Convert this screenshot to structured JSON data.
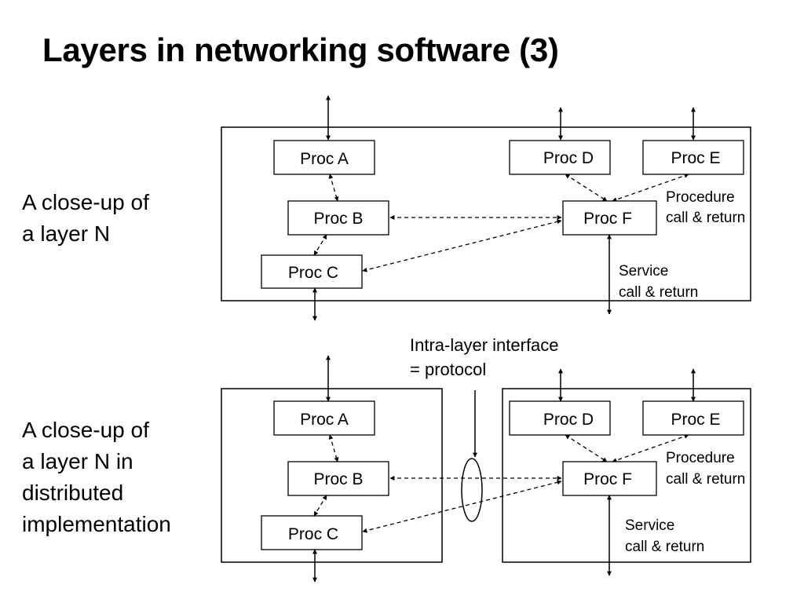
{
  "title": "Layers in networking software (3)",
  "captions": {
    "top": [
      "A close-up of",
      "a layer N"
    ],
    "bottom": [
      "A close-up of",
      "a layer N in",
      "distributed",
      "implementation"
    ]
  },
  "procs": {
    "a": "Proc A",
    "b": "Proc B",
    "c": "Proc C",
    "d": "Proc D",
    "e": "Proc E",
    "f": "Proc F"
  },
  "notes": {
    "procedure": [
      "Procedure",
      "call & return"
    ],
    "service": [
      "Service",
      "call & return"
    ],
    "protocol": [
      "Intra-layer interface",
      "= protocol"
    ]
  }
}
